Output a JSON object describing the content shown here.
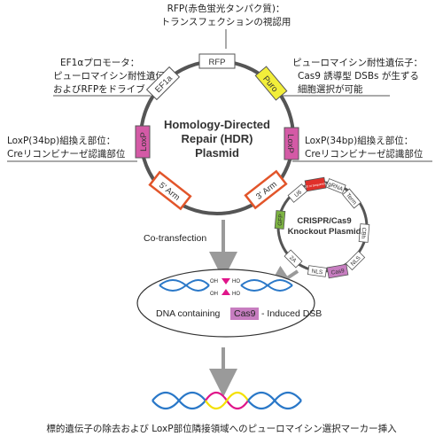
{
  "annotations": {
    "rfp_line1": "RFP(赤色蛍光タンパク質)：",
    "rfp_line2": "トランスフェクションの視認用",
    "ef1a_line1": "EF1αプロモータ：",
    "ef1a_line2": "ピューロマイシン耐性遺伝子",
    "ef1a_line3": "およびRFPをドライブ",
    "puro_line1": "ピューロマイシン耐性遺伝子：",
    "puro_line2": "Cas9 誘導型 DSBs が生ずる",
    "puro_line3": "細胞選択が可能",
    "loxp_left_line1": "LoxP(34bp)組換え部位：",
    "loxp_left_line2": "Creリコンビナーゼ認識部位",
    "loxp_right_line1": "LoxP(34bp)組換え部位：",
    "loxp_right_line2": "Creリコンビナーゼ認識部位"
  },
  "hdr_plasmid": {
    "title_line1": "Homology-Directed",
    "title_line2": "Repair (HDR)",
    "title_line3": "Plasmid",
    "segments": {
      "rfp": "RFP",
      "ef1a": "EF1a",
      "puro": "Puro",
      "loxp_left": "LoxP",
      "loxp_right": "LoxP",
      "arm5": "5' Arm",
      "arm3": "3' Arm"
    }
  },
  "crispr_plasmid": {
    "title_line1": "CRISPR/Cas9",
    "title_line2": "Knockout Plasmid",
    "segments": {
      "u6": "U6",
      "sequence": "20 nt Sequence",
      "grna": "gRNA",
      "term": "Term",
      "cbh": "CBh",
      "nls1": "NLS",
      "cas9": "Cas9",
      "nls2": "NLS",
      "twoa": "2A",
      "gfp": "GFP"
    }
  },
  "cotransfection_label": "Co-transfection",
  "dsb": {
    "oh": "OH",
    "ho": "HO",
    "prefix": "DNA containing",
    "cas9": "Cas9",
    "suffix": "- Induced DSB"
  },
  "bottom_caption": "標的遺伝子の除去および LoxP部位隣接領域へのピューロマイシン選択マーカー挿入",
  "colors": {
    "rfp_segment": "#ffffff",
    "puro": "#f2ee3a",
    "loxp": "#d45aa6",
    "arm_border": "#e2552a",
    "gfp": "#7cb342",
    "cas9_box": "#c77dc0",
    "dna_blue": "#2a78c8",
    "magenta": "#e0158a",
    "yellow": "#f4e000",
    "seq_red": "#e0302a"
  }
}
